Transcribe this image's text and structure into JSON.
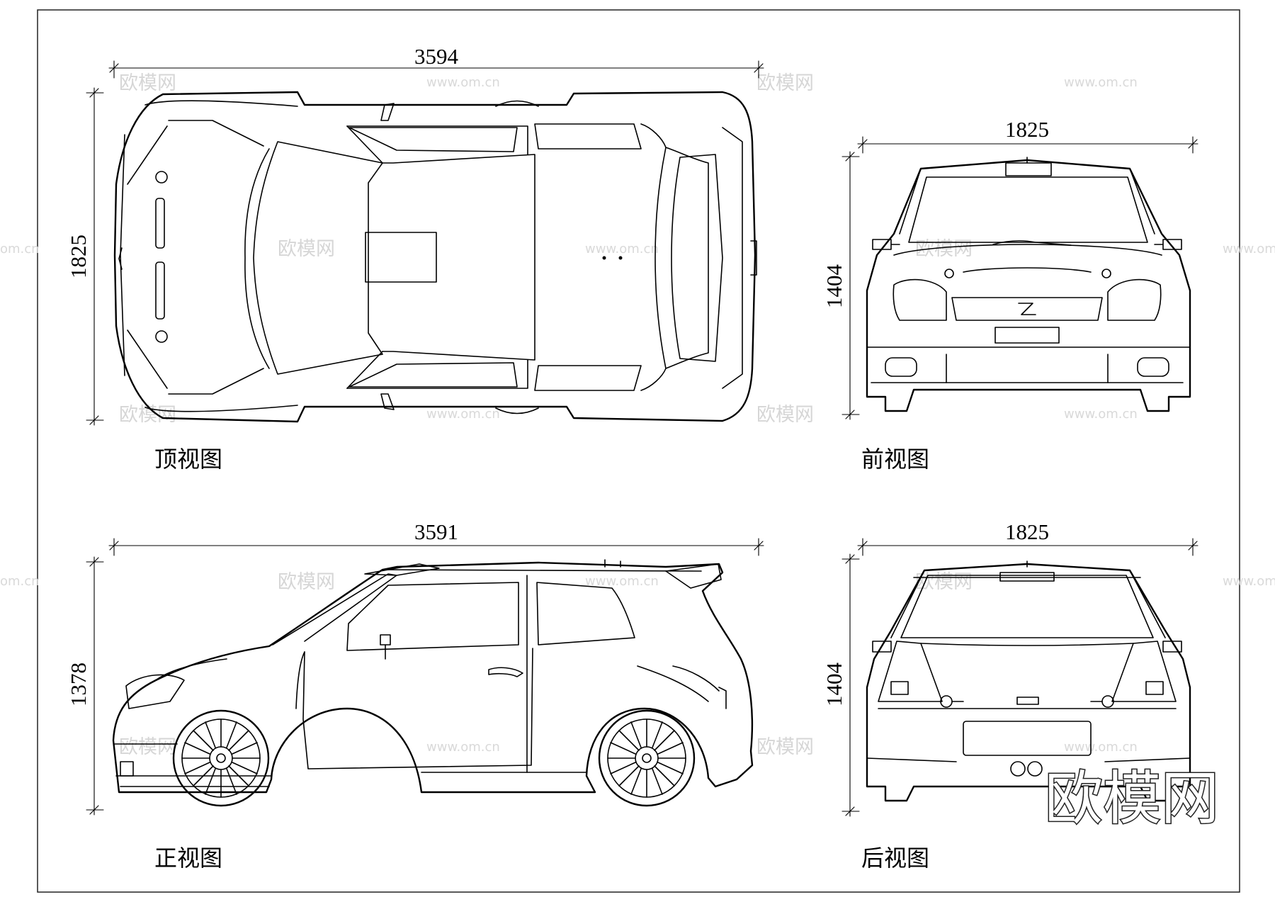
{
  "views": {
    "top": {
      "caption": "顶视图",
      "length_dim": "3594",
      "width_dim": "1825"
    },
    "front": {
      "caption": "前视图",
      "width_dim": "1825",
      "height_dim": "1404"
    },
    "side": {
      "caption": "正视图",
      "length_dim": "3591",
      "height_dim": "1378"
    },
    "rear": {
      "caption": "后视图",
      "width_dim": "1825",
      "height_dim": "1404"
    }
  },
  "watermarks": {
    "site_mark": "欧模网",
    "url": "www.om.cn",
    "url_short": "om.cn",
    "logo_text": "欧模网"
  }
}
